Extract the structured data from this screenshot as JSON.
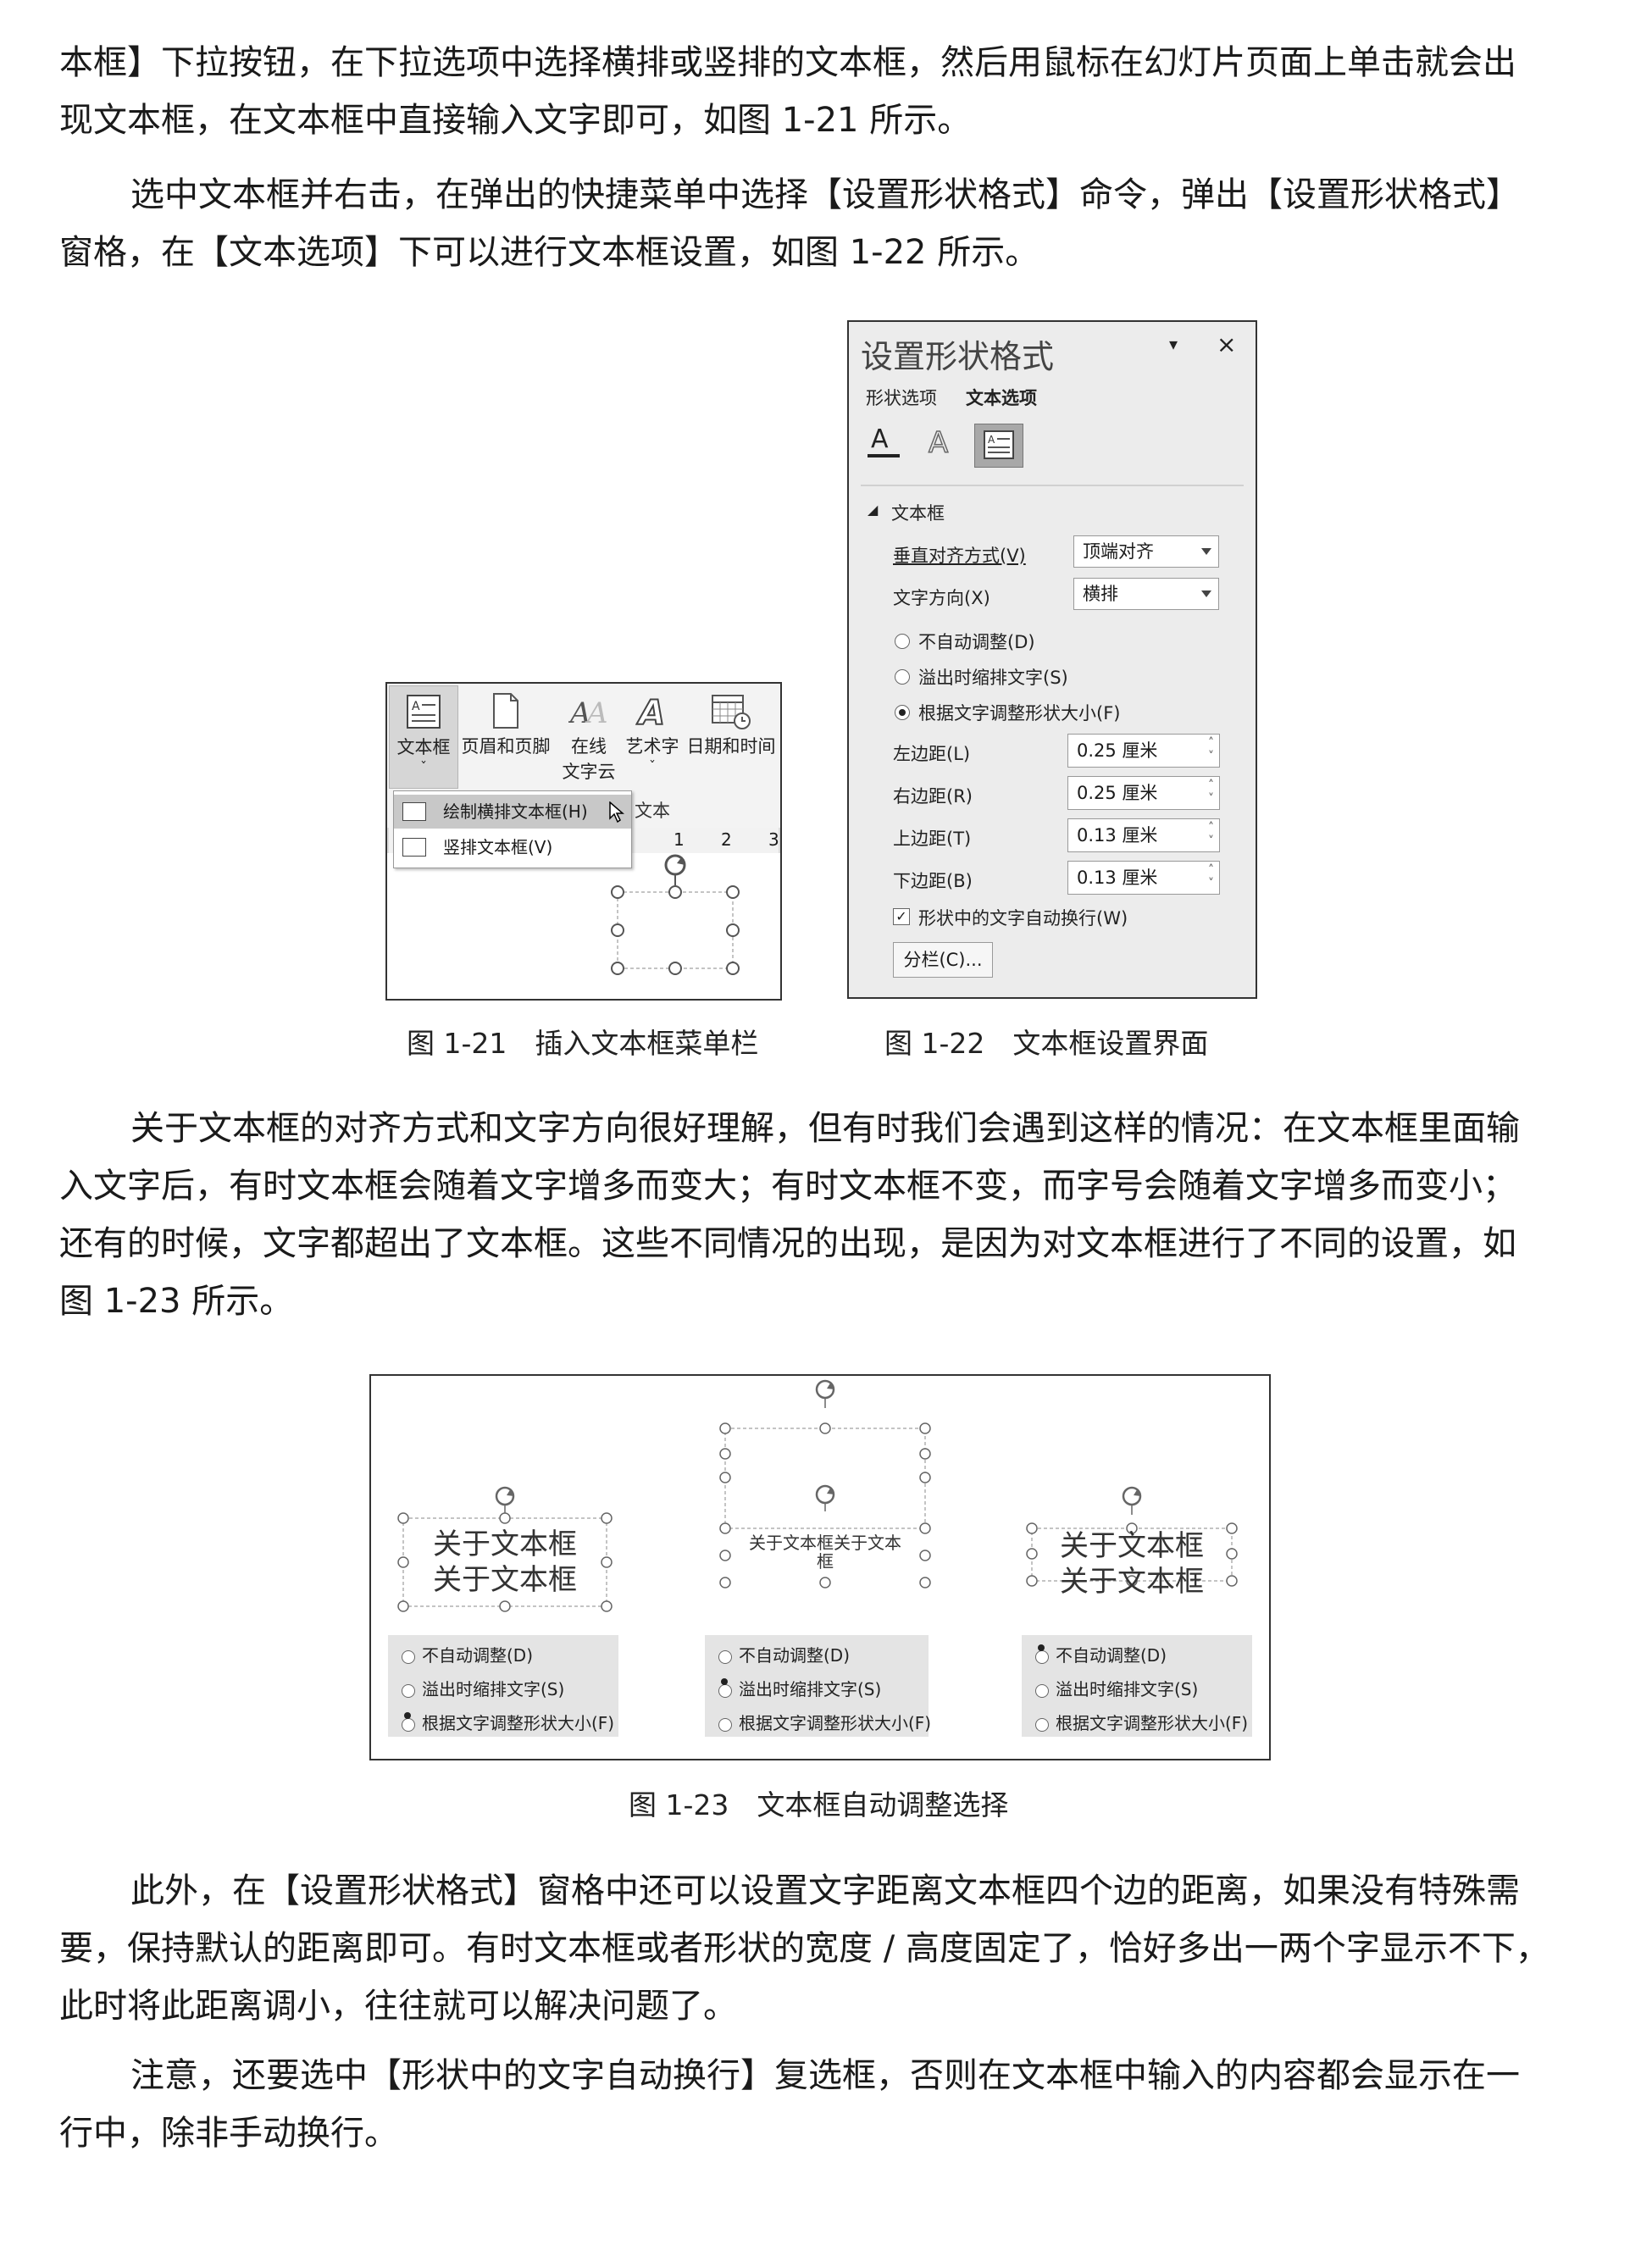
{
  "paragraphs": {
    "p1": [
      "本框】下拉按钮，在下拉选项中选择横排或竖排的文本框，然后用鼠标在幻灯片页面上单击就会出",
      "现文本框，在文本框中直接输入文字即可，如图 1-21 所示。"
    ],
    "p2": [
      "选中文本框并右击，在弹出的快捷菜单中选择【设置形状格式】命令，弹出【设置形状格式】",
      "窗格，在【文本选项】下可以进行文本框设置，如图 1-22 所示。"
    ],
    "p3": [
      "关于文本框的对齐方式和文字方向很好理解，但有时我们会遇到这样的情况：在文本框里面输",
      "入文字后，有时文本框会随着文字增多而变大；有时文本框不变，而字号会随着文字增多而变小；",
      "还有的时候，文字都超出了文本框。这些不同情况的出现，是因为对文本框进行了不同的设置，如",
      "图 1-23 所示。"
    ],
    "p4": [
      "此外，在【设置形状格式】窗格中还可以设置文字距离文本框四个边的距离，如果没有特殊需",
      "要，保持默认的距离即可。有时文本框或者形状的宽度 / 高度固定了，恰好多出一两个字显示不下，",
      "此时将此距离调小，往往就可以解决问题了。"
    ],
    "p5": [
      "注意，还要选中【形状中的文字自动换行】复选框，否则在文本框中输入的内容都会显示在一",
      "行中，除非手动换行。"
    ]
  },
  "fig21": {
    "caption": "图 1-21　插入文本框菜单栏",
    "ribbon_buttons": [
      {
        "label": "文本框",
        "sub": "ˇ"
      },
      {
        "label": "页眉和页脚",
        "sub": ""
      },
      {
        "label": "在线",
        "sub": "文字云"
      },
      {
        "label": "艺术字",
        "sub": "ˇ"
      },
      {
        "label": "日期和时间",
        "sub": ""
      }
    ],
    "menu_items": [
      "绘制横排文本框(H)",
      "竖排文本框(V)"
    ],
    "group_label_fragment": "文本",
    "ruler": [
      "1",
      "2",
      "3"
    ]
  },
  "fig22": {
    "caption": "图 1-22　文本框设置界面",
    "pane_title": "设置形状格式",
    "tabs": [
      "形状选项",
      "文本选项"
    ],
    "section": "文本框",
    "vertical_align_label": "垂直对齐方式(V)",
    "vertical_align_value": "顶端对齐",
    "text_direction_label": "文字方向(X)",
    "text_direction_value": "横排",
    "autofit_options": [
      "不自动调整(D)",
      "溢出时缩排文字(S)",
      "根据文字调整形状大小(F)"
    ],
    "autofit_selected": 2,
    "margins": [
      {
        "label": "左边距(L)",
        "value": "0.25 厘米"
      },
      {
        "label": "右边距(R)",
        "value": "0.25 厘米"
      },
      {
        "label": "上边距(T)",
        "value": "0.13 厘米"
      },
      {
        "label": "下边距(B)",
        "value": "0.13 厘米"
      }
    ],
    "wrap_label": "形状中的文字自动换行(W)",
    "wrap_checked": true,
    "columns_button": "分栏(C)..."
  },
  "fig23": {
    "caption": "图 1-23　文本框自动调整选择",
    "options": [
      "不自动调整(D)",
      "溢出时缩排文字(S)",
      "根据文字调整形状大小(F)"
    ],
    "panels": [
      {
        "text": [
          "关于文本框",
          "关于文本框"
        ],
        "selected": 2
      },
      {
        "text": [
          "关于文本框关于文本",
          "框"
        ],
        "selected": 1
      },
      {
        "text": [
          "关于文本框",
          "关于文本框"
        ],
        "selected": 0
      }
    ]
  }
}
